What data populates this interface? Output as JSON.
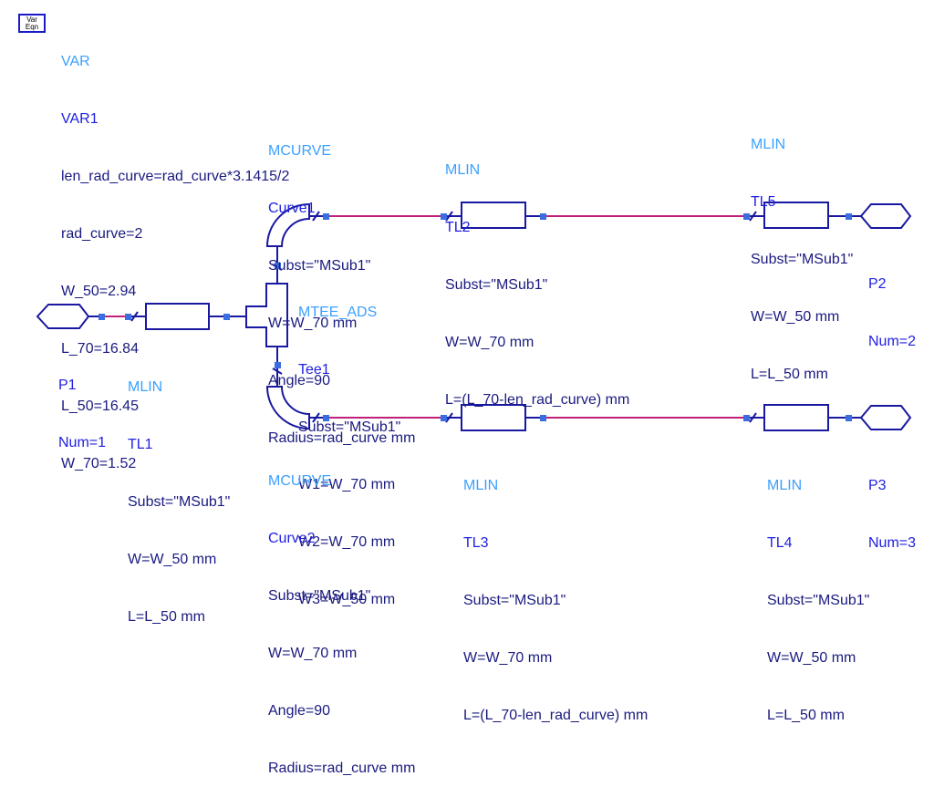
{
  "colors": {
    "wire_pink": "#c0207a",
    "component_blue": "#1818a0",
    "pin_blue": "#3a6de0",
    "type_label": "#3aa0ff",
    "name_label": "#2020e0",
    "param_label": "#1a1a80"
  },
  "var_block": {
    "icon_text": [
      "Var",
      "Eqn"
    ],
    "type": "VAR",
    "name": "VAR1",
    "params": [
      "len_rad_curve=rad_curve*3.1415/2",
      "rad_curve=2",
      "W_50=2.94",
      "L_70=16.84",
      "L_50=16.45",
      "W_70=1.52"
    ]
  },
  "components": {
    "curve1": {
      "type": "MCURVE",
      "name": "Curve1",
      "params": [
        "Subst=\"MSub1\"",
        "W=W_70 mm",
        "Angle=90",
        "Radius=rad_curve mm"
      ]
    },
    "tl2": {
      "type": "MLIN",
      "name": "TL2",
      "params": [
        "Subst=\"MSub1\"",
        "W=W_70 mm",
        "L=(L_70-len_rad_curve) mm"
      ]
    },
    "tl5": {
      "type": "MLIN",
      "name": "TL5",
      "params": [
        "Subst=\"MSub1\"",
        "W=W_50 mm",
        "L=L_50 mm"
      ]
    },
    "p2": {
      "name": "P2",
      "params": [
        "Num=2"
      ]
    },
    "tee1": {
      "type": "MTEE_ADS",
      "name": "Tee1",
      "params": [
        "Subst=\"MSub1\"",
        "W1=W_70 mm",
        "W2=W_70 mm",
        "W3=W_50 mm"
      ]
    },
    "p1": {
      "name": "P1",
      "params": [
        "Num=1"
      ]
    },
    "tl1": {
      "type": "MLIN",
      "name": "TL1",
      "params": [
        "Subst=\"MSub1\"",
        "W=W_50 mm",
        "L=L_50 mm"
      ]
    },
    "curve2": {
      "type": "MCURVE",
      "name": "Curve2",
      "params": [
        "Subst=\"MSub1\"",
        "W=W_70 mm",
        "Angle=90",
        "Radius=rad_curve mm"
      ]
    },
    "tl3": {
      "type": "MLIN",
      "name": "TL3",
      "params": [
        "Subst=\"MSub1\"",
        "W=W_70 mm",
        "L=(L_70-len_rad_curve) mm"
      ]
    },
    "tl4": {
      "type": "MLIN",
      "name": "TL4",
      "params": [
        "Subst=\"MSub1\"",
        "W=W_50 mm",
        "L=L_50 mm"
      ]
    },
    "p3": {
      "name": "P3",
      "params": [
        "Num=3"
      ]
    }
  }
}
